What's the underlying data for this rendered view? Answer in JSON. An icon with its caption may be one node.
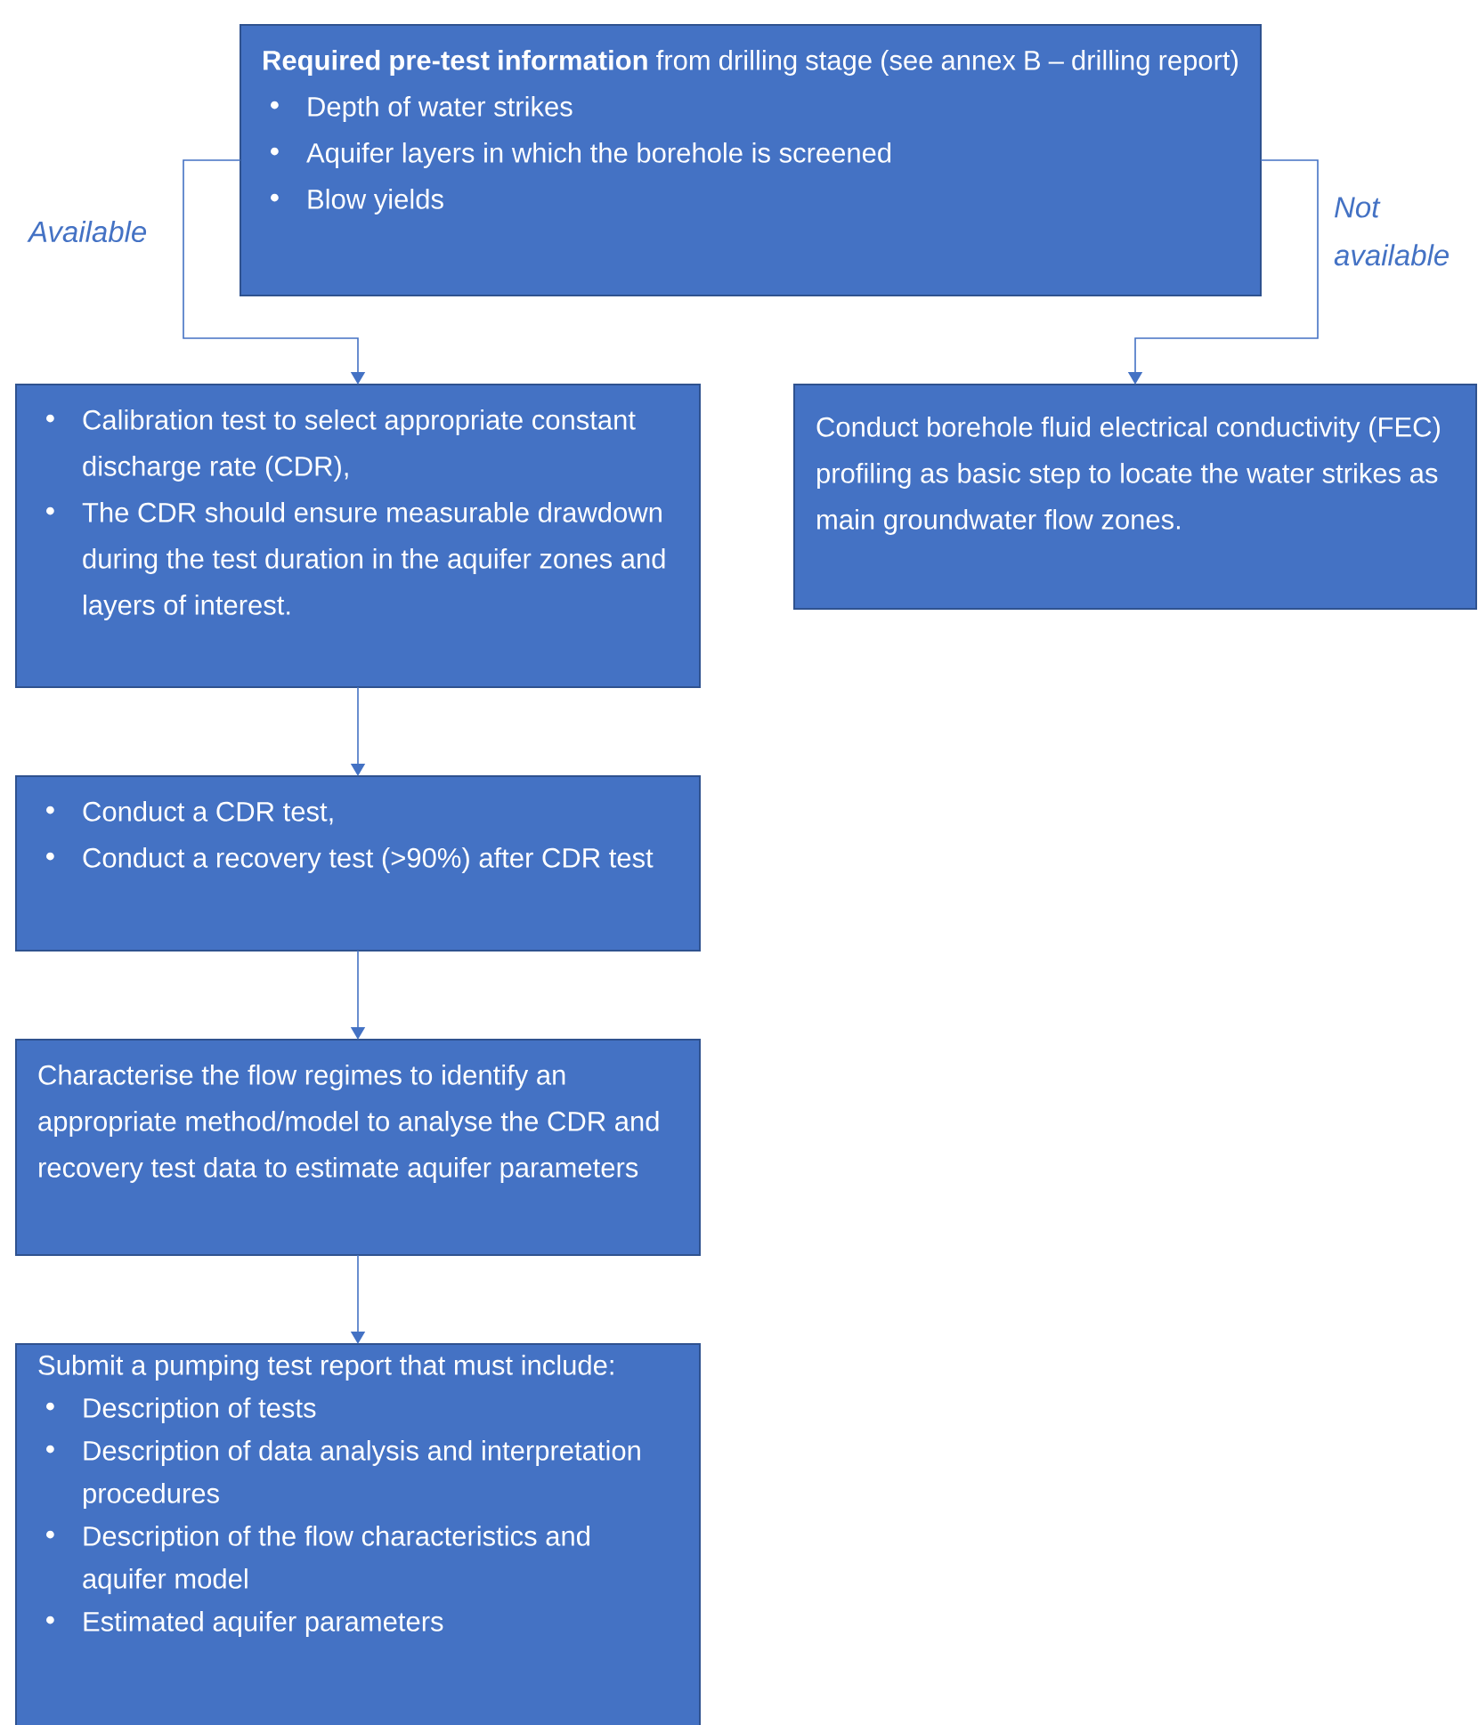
{
  "diagram": {
    "nodes": [
      {
        "text": [
          "**Required pre-test information** from drilling stage (see annex B – drilling report)",
          "Depth of water strikes",
          "Aquifer layers in which the borehole is screened",
          "Blow yields"
        ]
      },
      {
        "text": [
          "Calibration test to select appropriate constant discharge rate (CDR),",
          "The CDR should ensure measurable drawdown during the test duration in the aquifer zones and layers of interest."
        ]
      },
      {
        "text": [
          "Conduct borehole fluid electrical conductivity (FEC) profiling as basic step to locate the water strikes as main groundwater flow zones."
        ]
      },
      {
        "text": [
          "Conduct a CDR test,",
          "Conduct a recovery test (>90%) after CDR test"
        ]
      },
      {
        "text": [
          "Characterise the flow regimes to identify an appropriate method/model to analyse the CDR and recovery test data to estimate aquifer parameters"
        ]
      },
      {
        "text": [
          "Submit a pumping test report that must include:",
          "Description of tests",
          "Description of data analysis and interpretation procedures",
          "Description of the flow characteristics and aquifer model",
          "Estimated aquifer parameters"
        ]
      }
    ],
    "edges": [
      {
        "from": 0,
        "to": 1,
        "arrow": "to",
        "label": "Available"
      },
      {
        "from": 0,
        "to": 2,
        "arrow": "to",
        "label": "Not available"
      },
      {
        "from": 1,
        "to": 3,
        "arrow": "to"
      },
      {
        "from": 3,
        "to": 4,
        "arrow": "to"
      },
      {
        "from": 4,
        "to": 5,
        "arrow": "to"
      }
    ]
  }
}
